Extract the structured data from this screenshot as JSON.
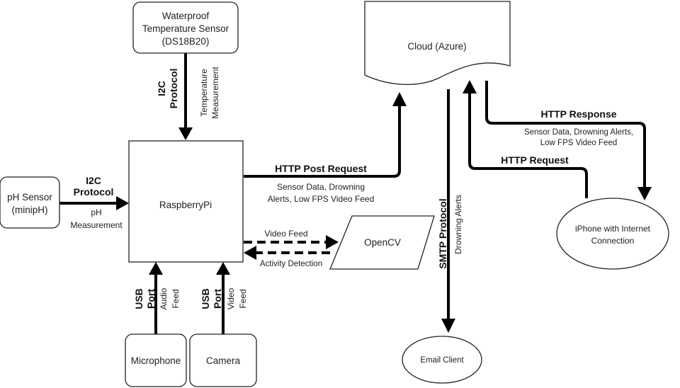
{
  "nodes": {
    "temp_sensor": {
      "lines": [
        "Waterproof",
        "Temperature Sensor",
        "(DS18B20)"
      ]
    },
    "cloud": {
      "label": "Cloud (Azure)"
    },
    "ph_sensor": {
      "lines": [
        "pH Sensor",
        "(minipH)"
      ]
    },
    "raspberry_pi": {
      "label": "RaspberryPi"
    },
    "opencv": {
      "label": "OpenCV"
    },
    "iphone": {
      "lines": [
        "iPhone with Internet",
        "Connection"
      ]
    },
    "microphone": {
      "label": "Microphone"
    },
    "camera": {
      "label": "Camera"
    },
    "email_client": {
      "label": "Email Client"
    }
  },
  "edges": {
    "temp_to_pi": {
      "protocol": [
        "I2C",
        "Protocol"
      ],
      "payload": [
        "Temperature",
        "Measurement"
      ]
    },
    "ph_to_pi": {
      "protocol": [
        "I2C",
        "Protocol"
      ],
      "payload": [
        "pH",
        "Measurement"
      ]
    },
    "pi_to_cloud": {
      "protocol": "HTTP Post Request",
      "payload": [
        "Sensor Data, Drowning",
        "Alerts, Low FPS Video Feed"
      ]
    },
    "pi_to_opencv": {
      "label": "Video Feed"
    },
    "opencv_to_pi": {
      "label": "Activity Detection"
    },
    "cloud_to_email": {
      "protocol": "SMTP Protocol",
      "payload": "Drowning Alerts"
    },
    "iphone_to_cloud": {
      "protocol": "HTTP Request"
    },
    "cloud_to_iphone": {
      "protocol": "HTTP Response",
      "payload": [
        "Sensor Data, Drowning Alerts,",
        "Low FPS Video Feed"
      ]
    },
    "mic_to_pi": {
      "protocol": [
        "USB",
        "Port"
      ],
      "payload": [
        "Audio",
        "Feed"
      ]
    },
    "camera_to_pi": {
      "protocol": [
        "USB",
        "Port"
      ],
      "payload": [
        "Video",
        "Feed"
      ]
    }
  }
}
